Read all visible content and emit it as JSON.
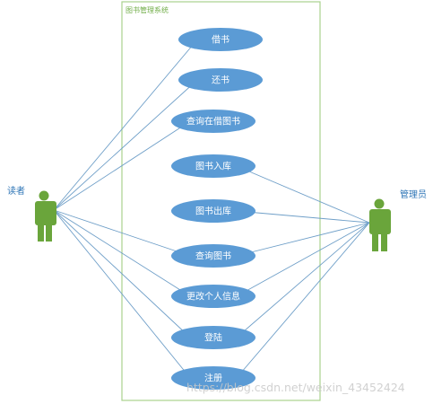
{
  "system": {
    "title": "图书管理系统"
  },
  "actors": {
    "reader": {
      "label": "读者"
    },
    "admin": {
      "label": "管理员"
    }
  },
  "use_cases": [
    {
      "label": "借书"
    },
    {
      "label": "还书"
    },
    {
      "label": "查询在借图书"
    },
    {
      "label": "图书入库"
    },
    {
      "label": "图书出库"
    },
    {
      "label": "查询图书"
    },
    {
      "label": "更改个人信息"
    },
    {
      "label": "登陆"
    },
    {
      "label": "注册"
    }
  ],
  "associations": {
    "reader": [
      "借书",
      "还书",
      "查询在借图书",
      "查询图书",
      "更改个人信息",
      "登陆",
      "注册"
    ],
    "admin": [
      "图书入库",
      "图书出库",
      "查询图书",
      "更改个人信息",
      "登陆",
      "注册"
    ]
  },
  "watermark": "https://blog.csdn.net/weixin_43452424",
  "colors": {
    "use_case_fill": "#5b9bd5",
    "use_case_text": "#ffffff",
    "actor_fill": "#6aa53b",
    "boundary_stroke": "#a9d18e",
    "line_stroke": "#6f9fc8",
    "title_text": "#70ad47",
    "label_text": "#2e75b6"
  }
}
